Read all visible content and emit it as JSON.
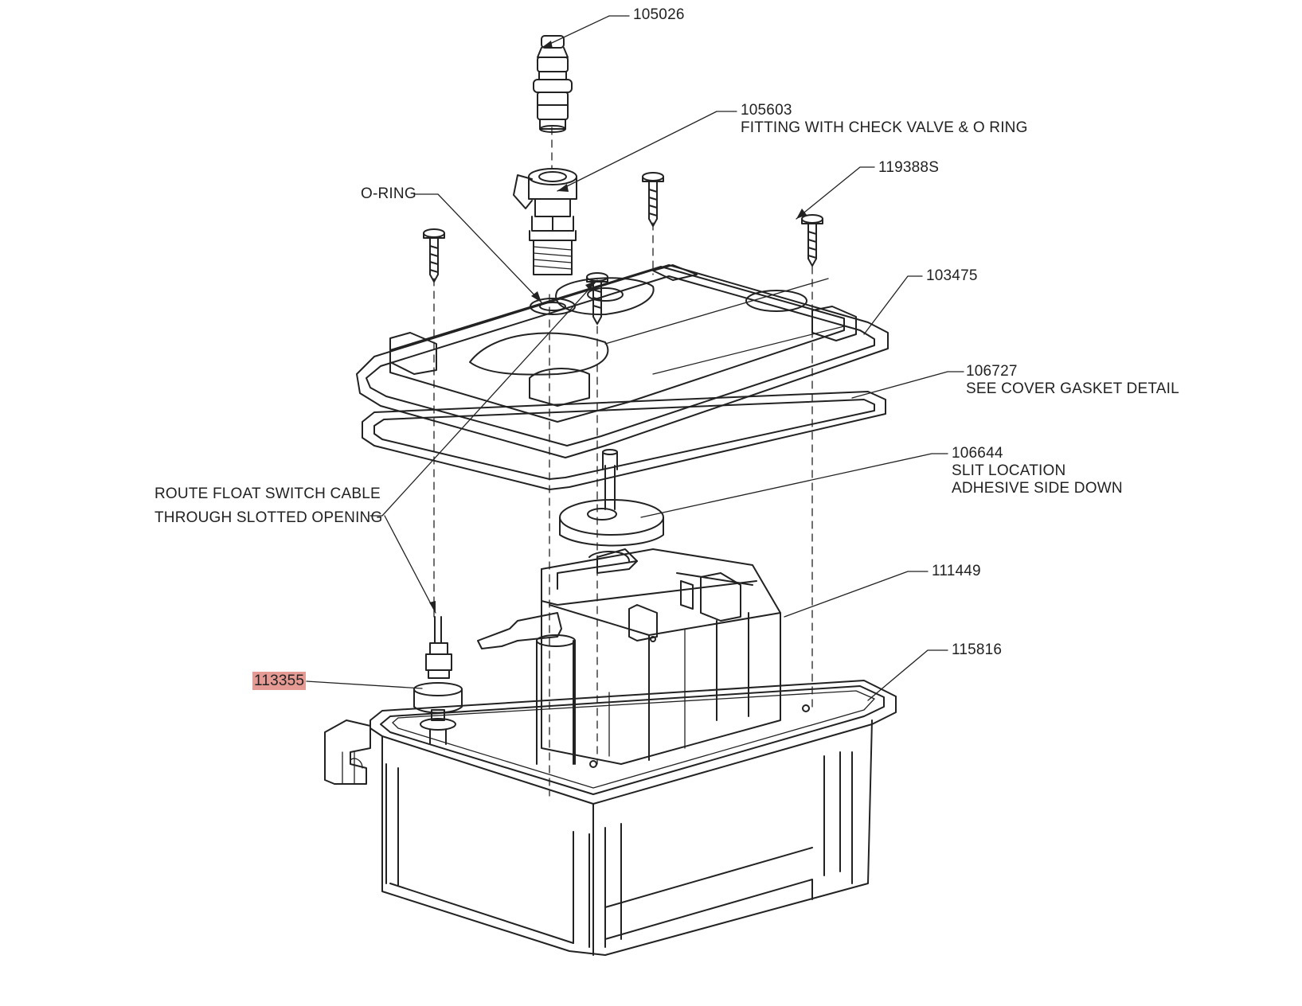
{
  "colors": {
    "line": "#222222",
    "highlight": "#e59a94",
    "background": "#ffffff"
  },
  "callouts": {
    "fitting_top": {
      "part": "105026"
    },
    "fitting_check_valve": {
      "part": "105603",
      "desc": "FITTING WITH CHECK VALVE & O RING"
    },
    "screws": {
      "part": "119388S"
    },
    "o_ring": {
      "label": "O-RING"
    },
    "cover": {
      "part": "103475"
    },
    "cover_gasket": {
      "part": "106727",
      "desc": "SEE COVER GASKET DETAIL"
    },
    "pad": {
      "part": "106644",
      "desc1": "SLIT LOCATION",
      "desc2": "ADHESIVE SIDE DOWN"
    },
    "route_note": {
      "line1": "ROUTE FLOAT SWITCH CABLE",
      "line2": "THROUGH SLOTTED OPENING"
    },
    "pump_assembly": {
      "part": "111449"
    },
    "reservoir": {
      "part": "115816"
    },
    "float_switch": {
      "part": "113355",
      "highlighted": true
    }
  }
}
